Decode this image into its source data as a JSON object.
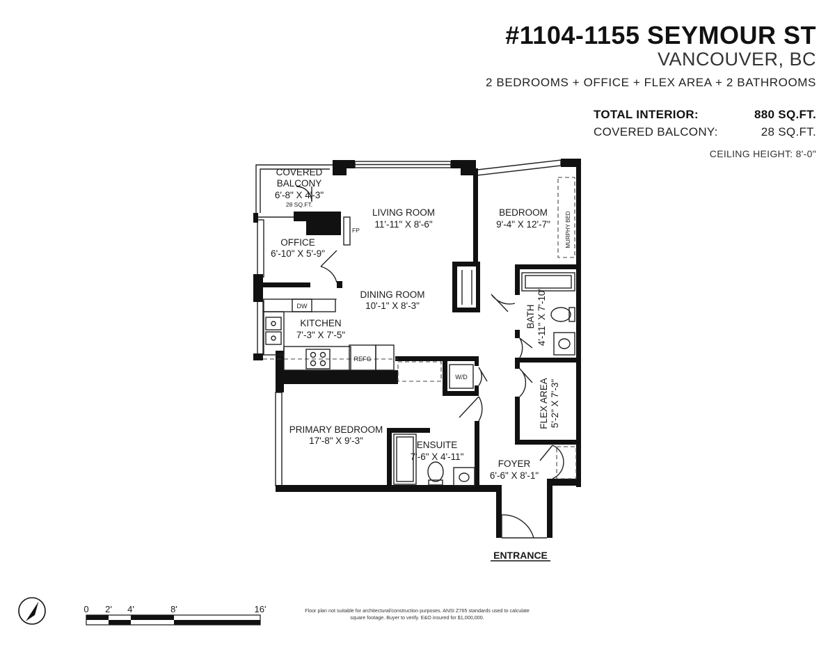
{
  "header": {
    "address": "#1104-1155 SEYMOUR ST",
    "city": "VANCOUVER, BC",
    "summary": "2 BEDROOMS + OFFICE + FLEX AREA + 2 BATHROOMS",
    "total_interior_label": "TOTAL INTERIOR:",
    "total_interior_value": "880 SQ.FT.",
    "balcony_label": "COVERED BALCONY:",
    "balcony_value": "28 SQ.FT.",
    "ceiling": "CEILING HEIGHT: 8'-0\""
  },
  "rooms": {
    "balcony": {
      "name1": "COVERED",
      "name2": "BALCONY",
      "dims": "6'-8\" X 4'-3\"",
      "area": "28 SQ.FT."
    },
    "living": {
      "name": "LIVING ROOM",
      "dims": "11'-11\" X 8'-6\""
    },
    "bedroom": {
      "name": "BEDROOM",
      "dims": "9'-4\" X 12'-7\""
    },
    "office": {
      "name": "OFFICE",
      "dims": "6'-10\" X 5'-9\""
    },
    "dining": {
      "name": "DINING ROOM",
      "dims": "10'-1\" X 8'-3\""
    },
    "kitchen": {
      "name": "KITCHEN",
      "dims": "7'-3\" X 7'-5\""
    },
    "bath": {
      "name": "BATH",
      "dims": "4'-11\" X 7'-10\""
    },
    "flex": {
      "name": "FLEX AREA",
      "dims": "5'-2\" X 7'-3\""
    },
    "primary": {
      "name": "PRIMARY BEDROOM",
      "dims": "17'-8\" X 9'-3\""
    },
    "ensuite": {
      "name": "ENSUITE",
      "dims": "7'-6\" X 4'-11\""
    },
    "foyer": {
      "name": "FOYER",
      "dims": "6'-6\" X 8'-1\""
    }
  },
  "fixtures": {
    "fireplace": "FP",
    "murphy_bed": "MURPHY BED",
    "dishwasher": "DW",
    "fridge": "REFG",
    "washer_dryer": "W/D"
  },
  "entrance": "ENTRANCE",
  "scale": {
    "labels": [
      "0",
      "2'",
      "4'",
      "8'",
      "16'"
    ]
  },
  "compass_icon": "north-arrow-icon",
  "disclaimer": "Floor plan not suitable for architectural/construction purposes. ANSI Z765 standards used to calculate square footage. Buyer to verify.  E&O insured for $1,000,000."
}
